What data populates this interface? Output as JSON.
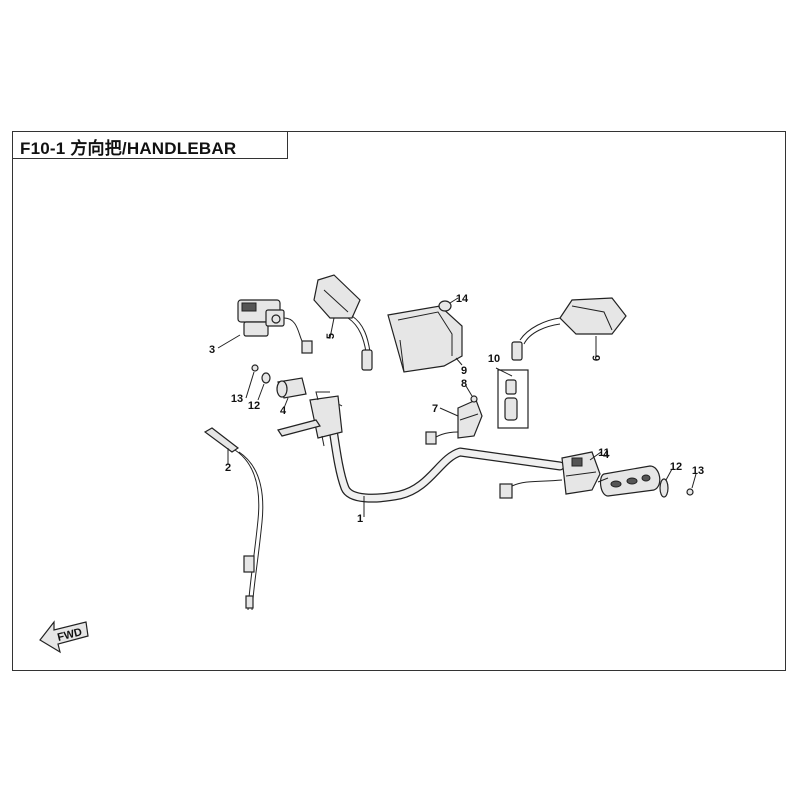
{
  "page": {
    "title": "F10-1 方向把/HANDLEBAR"
  },
  "callouts": {
    "c1": "1",
    "c2": "2",
    "c3": "3",
    "c4a": "4",
    "c4b": "4",
    "c5": "5",
    "c6": "6",
    "c7": "7",
    "c8": "8",
    "c9": "9",
    "c10": "10",
    "c11": "11",
    "c12a": "12",
    "c12b": "12",
    "c13a": "13",
    "c13b": "13",
    "c14": "14"
  },
  "fwd": {
    "label": "FWD"
  },
  "colors": {
    "line": "#222222",
    "part_fill": "#e6e6e6",
    "dark_fill": "#555555"
  }
}
